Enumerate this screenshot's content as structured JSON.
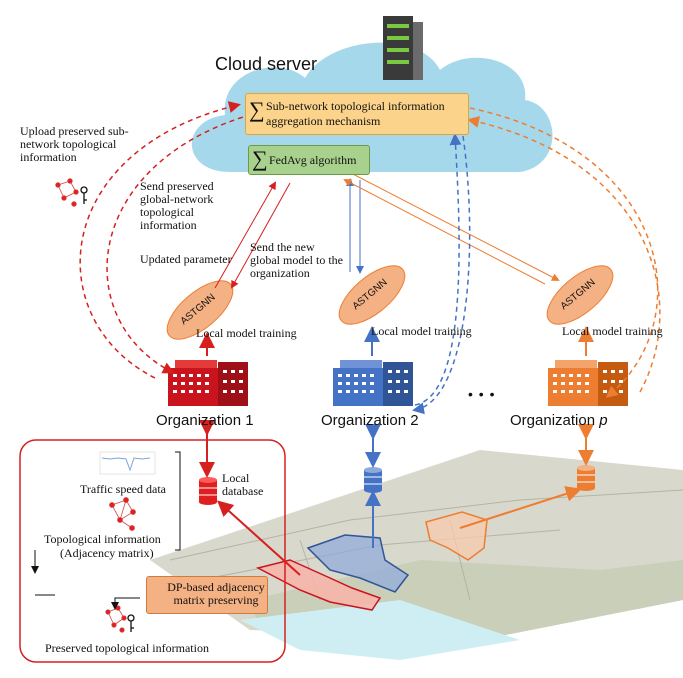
{
  "cloud": {
    "title": "Cloud server",
    "aggregation_label": "Sub-network topological information aggregation mechanism",
    "fedavg_label": "FedAvg algorithm",
    "sigma": "∑"
  },
  "annotations": {
    "upload_preserved": "Upload preserved sub-network topological information",
    "send_preserved": "Send preserved global-network topological information",
    "updated_parameter": "Updated parameter",
    "send_new_model": "Send the new global model to the organization",
    "local_training_1": "Local model training",
    "local_training_2": "Local model training",
    "local_training_3": "Local model training",
    "local_database": "Local database",
    "ellipsis": "• • •"
  },
  "models": {
    "m1": "ASTGNN",
    "m2": "ASTGNN",
    "m3": "ASTGNN"
  },
  "organizations": {
    "org1": "Organization 1",
    "org2": "Organization 2",
    "orgp_prefix": "Organization ",
    "orgp_var": "p"
  },
  "detail_panel": {
    "traffic_speed": "Traffic speed data",
    "topological_info": "Topological information",
    "adjacency_matrix": "(Adjacency matrix)",
    "dp_preserving": "DP-based adjacency matrix preserving",
    "preserved_info": "Preserved topological information"
  },
  "colors": {
    "org1": "#c9141d",
    "org2": "#4472c4",
    "orgp": "#ed7d31",
    "cloud": "#a6d8ec",
    "model": "#f4b183"
  }
}
